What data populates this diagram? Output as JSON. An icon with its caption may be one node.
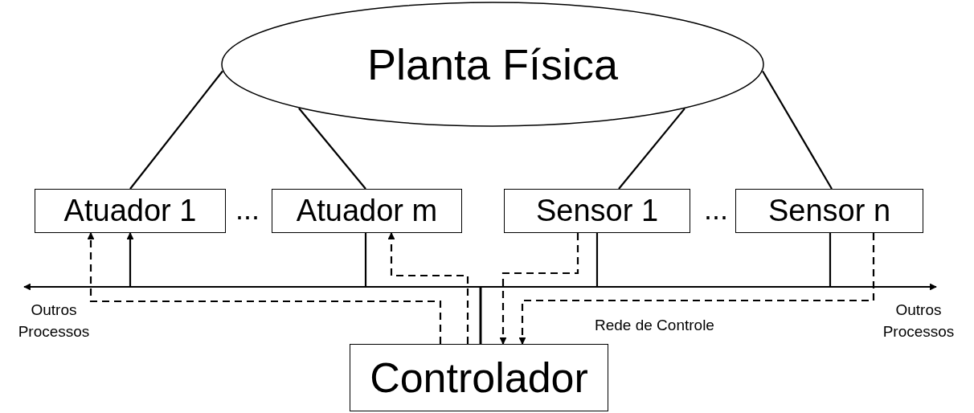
{
  "diagram": {
    "nodes": [
      {
        "text": [
          "Planta Física"
        ]
      },
      {
        "text": [
          "Atuador 1"
        ]
      },
      {
        "text": [
          "Atuador m"
        ]
      },
      {
        "text": [
          "Sensor 1"
        ]
      },
      {
        "text": [
          "Sensor n"
        ]
      },
      {
        "text": [
          "Controlador"
        ]
      },
      {
        "text": [
          "Outros Processos"
        ]
      },
      {
        "text": [
          "Outros Processos"
        ]
      }
    ],
    "edges": [
      {
        "from": 0,
        "to": 1,
        "arrow": "none"
      },
      {
        "from": 0,
        "to": 2,
        "arrow": "none"
      },
      {
        "from": 0,
        "to": 3,
        "arrow": "none"
      },
      {
        "from": 0,
        "to": 4,
        "arrow": "none"
      },
      {
        "from": 5,
        "to": 1,
        "arrow": "to"
      },
      {
        "from": 5,
        "to": 2,
        "arrow": "none"
      },
      {
        "from": 3,
        "to": 5,
        "arrow": "none"
      },
      {
        "from": 4,
        "to": 5,
        "arrow": "none"
      },
      {
        "from": 5,
        "to": 6,
        "arrow": "to"
      },
      {
        "from": 5,
        "to": 7,
        "arrow": "to"
      },
      {
        "from": 5,
        "to": 1,
        "arrow": "to",
        "style": "dashed"
      },
      {
        "from": 5,
        "to": 2,
        "arrow": "to",
        "style": "dashed"
      },
      {
        "from": 3,
        "to": 5,
        "arrow": "to",
        "style": "dashed"
      },
      {
        "from": 4,
        "to": 5,
        "arrow": "to",
        "style": "dashed"
      }
    ],
    "labels": [
      "...",
      "...",
      "Rede de Controle"
    ]
  }
}
